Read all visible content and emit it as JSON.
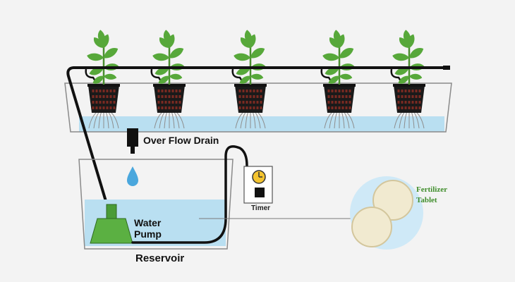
{
  "labels": {
    "overflow_drain": "Over Flow Drain",
    "water": "Water",
    "pump": "Pump",
    "reservoir": "Reservoir",
    "timer": "Timer",
    "fertilizer": "Fertilizer",
    "tablet": "Tablet"
  },
  "components": {
    "plant_count": 5,
    "icons": [
      "plant-icon",
      "net-pot-icon",
      "water-drop-icon",
      "water-pump-icon",
      "timer-icon",
      "fertilizer-tablet-icon"
    ]
  },
  "colors": {
    "water": "#b9dff1",
    "tray_outline": "#8a8a8a",
    "tube": "#111111",
    "pump": "#5bb042",
    "leaf": "#57a83a",
    "tablet": "#f1ead0",
    "tablet_backdrop": "#cfe9f7",
    "fertilizer_text": "#3f8d2b"
  }
}
